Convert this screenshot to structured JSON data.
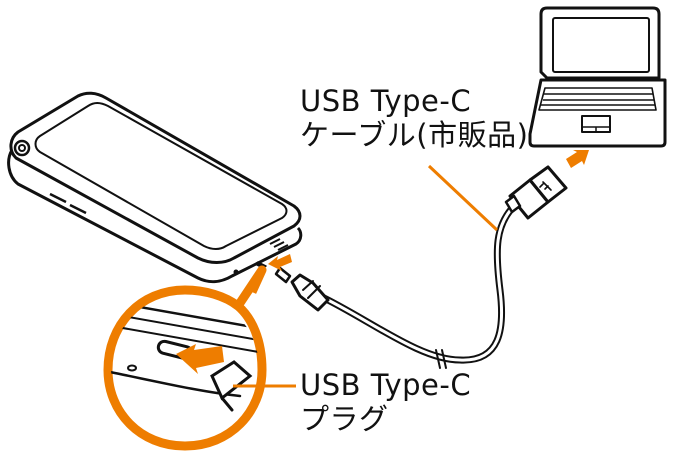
{
  "labels": {
    "cable": {
      "line1": "USB Type-C",
      "line2": "ケーブル(市販品)"
    },
    "plug": {
      "line1": "USB Type-C",
      "line2": "プラグ"
    }
  },
  "colors": {
    "accent": "#EE7D00",
    "line": "#111111",
    "background": "#FFFFFF"
  },
  "icons": [
    "smartphone-icon",
    "laptop-icon",
    "usb-type-c-cable-icon",
    "usb-type-a-plug-icon",
    "arrow-icon",
    "magnify-callout-icon"
  ]
}
